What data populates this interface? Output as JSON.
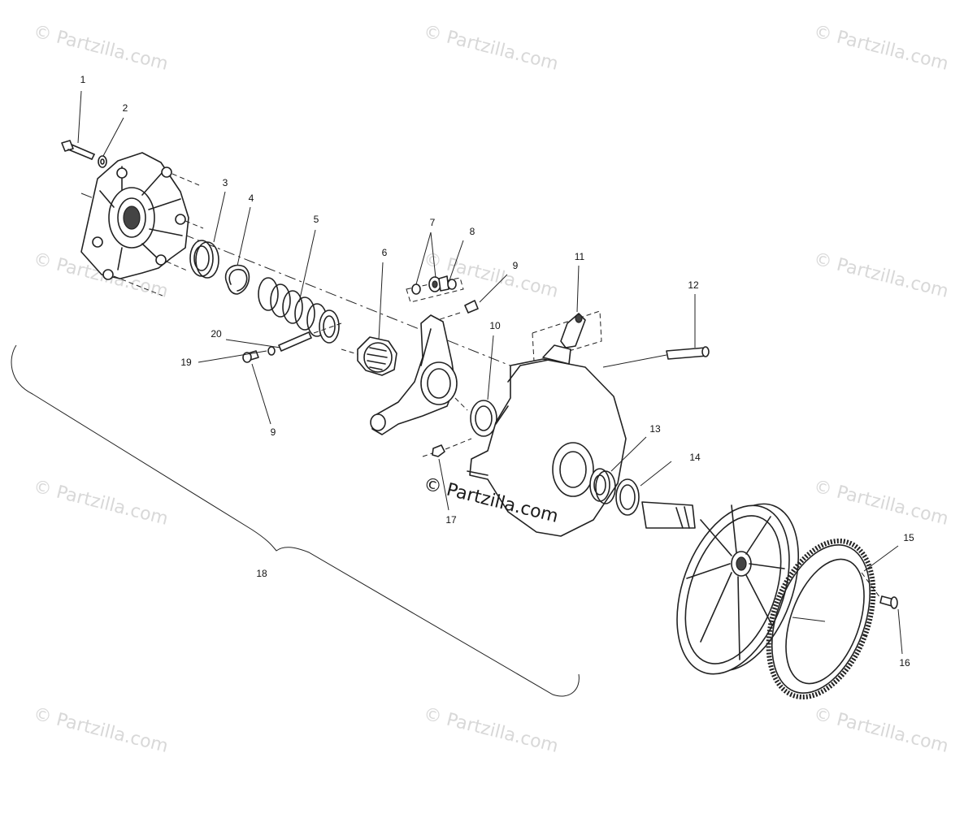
{
  "watermark": {
    "text": "© Partzilla.com",
    "center_text": "© Partzilla.com"
  },
  "callouts": [
    {
      "id": "1",
      "label": "1"
    },
    {
      "id": "2",
      "label": "2"
    },
    {
      "id": "3",
      "label": "3"
    },
    {
      "id": "4",
      "label": "4"
    },
    {
      "id": "5",
      "label": "5"
    },
    {
      "id": "6",
      "label": "6"
    },
    {
      "id": "7",
      "label": "7"
    },
    {
      "id": "8",
      "label": "8"
    },
    {
      "id": "9a",
      "label": "9"
    },
    {
      "id": "9b",
      "label": "9"
    },
    {
      "id": "10",
      "label": "10"
    },
    {
      "id": "11",
      "label": "11"
    },
    {
      "id": "12",
      "label": "12"
    },
    {
      "id": "13",
      "label": "13"
    },
    {
      "id": "14",
      "label": "14"
    },
    {
      "id": "15",
      "label": "15"
    },
    {
      "id": "16",
      "label": "16"
    },
    {
      "id": "17",
      "label": "17"
    },
    {
      "id": "18",
      "label": "18"
    },
    {
      "id": "19",
      "label": "19"
    },
    {
      "id": "20",
      "label": "20"
    }
  ],
  "colors": {
    "line": "#222222",
    "watermark": "#d8d8d8",
    "background": "#ffffff"
  }
}
